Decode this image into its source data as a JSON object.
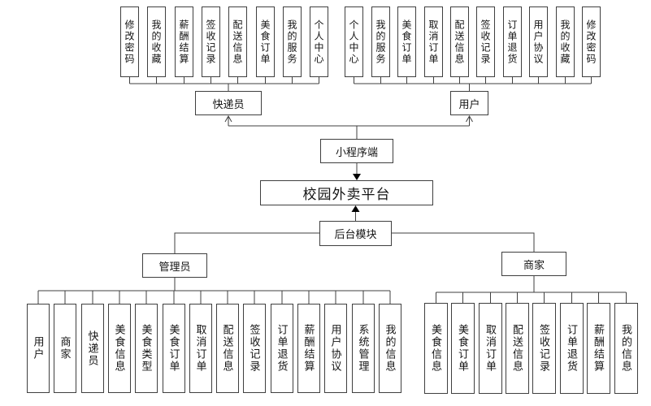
{
  "diagram": {
    "title_node": {
      "label": "校园外卖平台"
    },
    "mini_program": {
      "label": "小程序端"
    },
    "backend": {
      "label": "后台模块"
    },
    "courier": {
      "label": "快递员",
      "items": [
        "修改密码",
        "我的收藏",
        "薪酬结算",
        "签收记录",
        "配送信息",
        "美食订单",
        "我的服务",
        "个人中心"
      ]
    },
    "user": {
      "label": "用户",
      "items": [
        "个人中心",
        "我的服务",
        "美食订单",
        "取消订单",
        "配送信息",
        "签收记录",
        "订单退货",
        "用户协议",
        "我的收藏",
        "修改密码"
      ]
    },
    "admin": {
      "label": "管理员",
      "items": [
        "用户",
        "商家",
        "快递员",
        "美食信息",
        "美食类型",
        "美食订单",
        "取消订单",
        "配送信息",
        "签收记录",
        "订单退货",
        "薪酬结算",
        "用户协议",
        "系统管理",
        "我的信息"
      ]
    },
    "merchant": {
      "label": "商家",
      "items": [
        "美食信息",
        "美食订单",
        "取消订单",
        "配送信息",
        "签收记录",
        "订单退货",
        "薪酬结算",
        "我的信息"
      ]
    },
    "colors": {
      "line": "#3f3f3f",
      "box_border": "#3f3f3f",
      "background": "#ffffff",
      "text": "#141414",
      "arrow_fill": "#000000"
    }
  }
}
